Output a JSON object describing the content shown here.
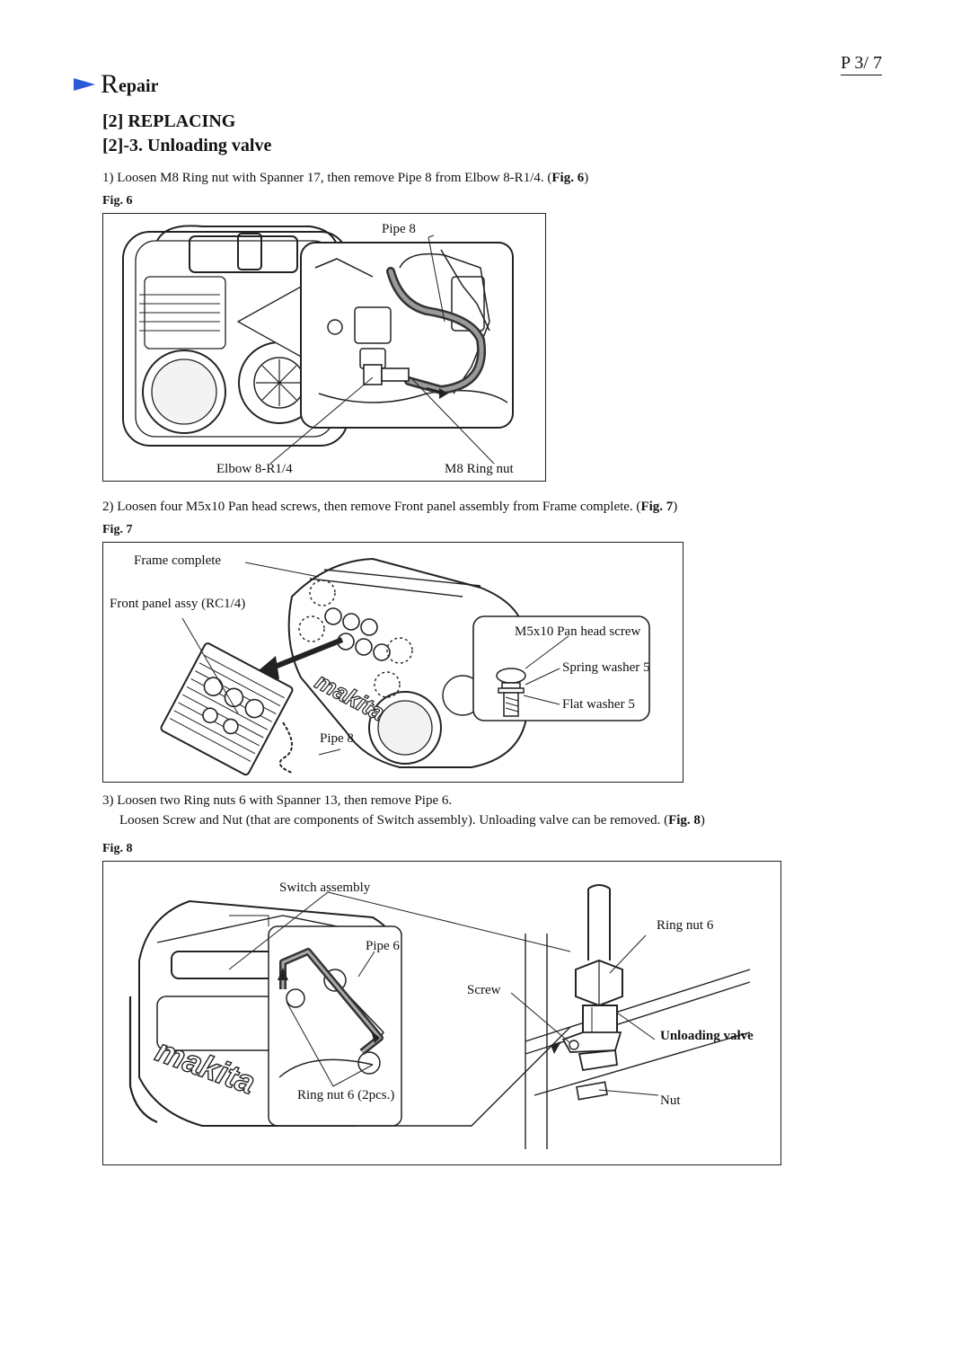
{
  "page": {
    "number": "P 3/ 7"
  },
  "header": {
    "section_big": "R",
    "section_rest": "epair"
  },
  "headings": {
    "h2": "[2] REPLACING",
    "h3": "[2]-3. Unloading valve"
  },
  "steps": {
    "step1": "1) Loosen M8 Ring nut with Spanner 17, then remove Pipe 8 from Elbow 8-R1/4. (",
    "step1_ref": "Fig. 6",
    "step1_end": ")",
    "step2": "2) Loosen four M5x10 Pan head screws, then remove Front panel assembly from Frame complete. (",
    "step2_ref": "Fig. 7",
    "step2_end": ")",
    "step3": "3) Loosen two Ring nuts 6 with Spanner 13, then remove Pipe 6.",
    "step3b": "Loosen Screw and Nut (that are components of Switch assembly). Unloading valve can be removed. (",
    "step3b_ref": "Fig. 8",
    "step3b_end": ")"
  },
  "fig6": {
    "label": "Fig. 6",
    "callouts": {
      "pipe8": "Pipe 8",
      "elbow": "Elbow 8-R1/4",
      "ringnut": "M8 Ring nut"
    }
  },
  "fig7": {
    "label": "Fig. 7",
    "callouts": {
      "frame": "Frame complete",
      "front_panel": "Front panel assy (RC1/4)",
      "pan_head": "M5x10 Pan head screw",
      "spring_washer": "Spring washer 5",
      "flat_washer": "Flat washer 5",
      "pipe8": "Pipe 8"
    },
    "logo_text": "makita"
  },
  "fig8": {
    "label": "Fig. 8",
    "callouts": {
      "switch": "Switch assembly",
      "ringnut6": "Ring nut 6",
      "pipe6": "Pipe 6",
      "screw": "Screw",
      "unloading": "Unloading valve",
      "ringnut_2": "Ring nut 6 (2pcs.)",
      "nut": "Nut"
    },
    "logo_text": "makita"
  }
}
